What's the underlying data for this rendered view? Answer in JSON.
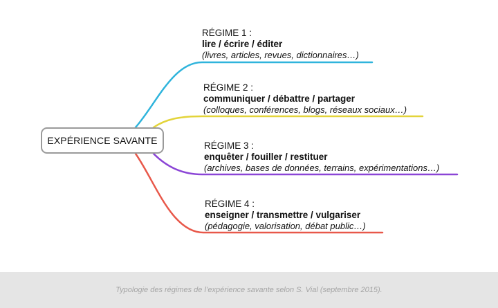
{
  "root": {
    "label": "EXPÉRIENCE SAVANTE"
  },
  "branches": [
    {
      "head": "RÉGIME 1 :",
      "verbs": "lire / écrire / éditer",
      "examples": "(livres, articles, revues, dictionnaires…)",
      "color": "#2fb4dc"
    },
    {
      "head": "RÉGIME 2 :",
      "verbs": "communiquer / débattre / partager",
      "examples": "(colloques, conférences, blogs, réseaux sociaux…)",
      "color": "#e3d43a"
    },
    {
      "head": "RÉGIME 3 :",
      "verbs": "enquêter / fouiller / restituer",
      "examples": "(archives, bases de données, terrains, expérimentations…)",
      "color": "#8b45d6"
    },
    {
      "head": "RÉGIME 4 :",
      "verbs": "enseigner / transmettre / vulgariser",
      "examples": "(pédagogie, valorisation, débat public…)",
      "color": "#e8584a"
    }
  ],
  "caption": "Typologie des régimes de l’expérience savante selon S. Vial (septembre 2015)."
}
